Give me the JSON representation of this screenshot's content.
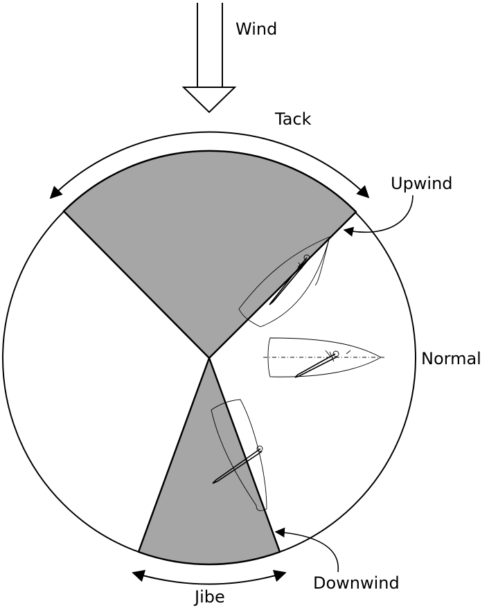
{
  "labels": {
    "wind": "Wind",
    "tack": "Tack",
    "upwind": "Upwind",
    "normal": "Normal",
    "downwind": "Downwind",
    "jibe": "Jibe"
  },
  "colors": {
    "no_sail_zone": "#a6a6a6",
    "line": "#000000",
    "background": "#ffffff"
  }
}
